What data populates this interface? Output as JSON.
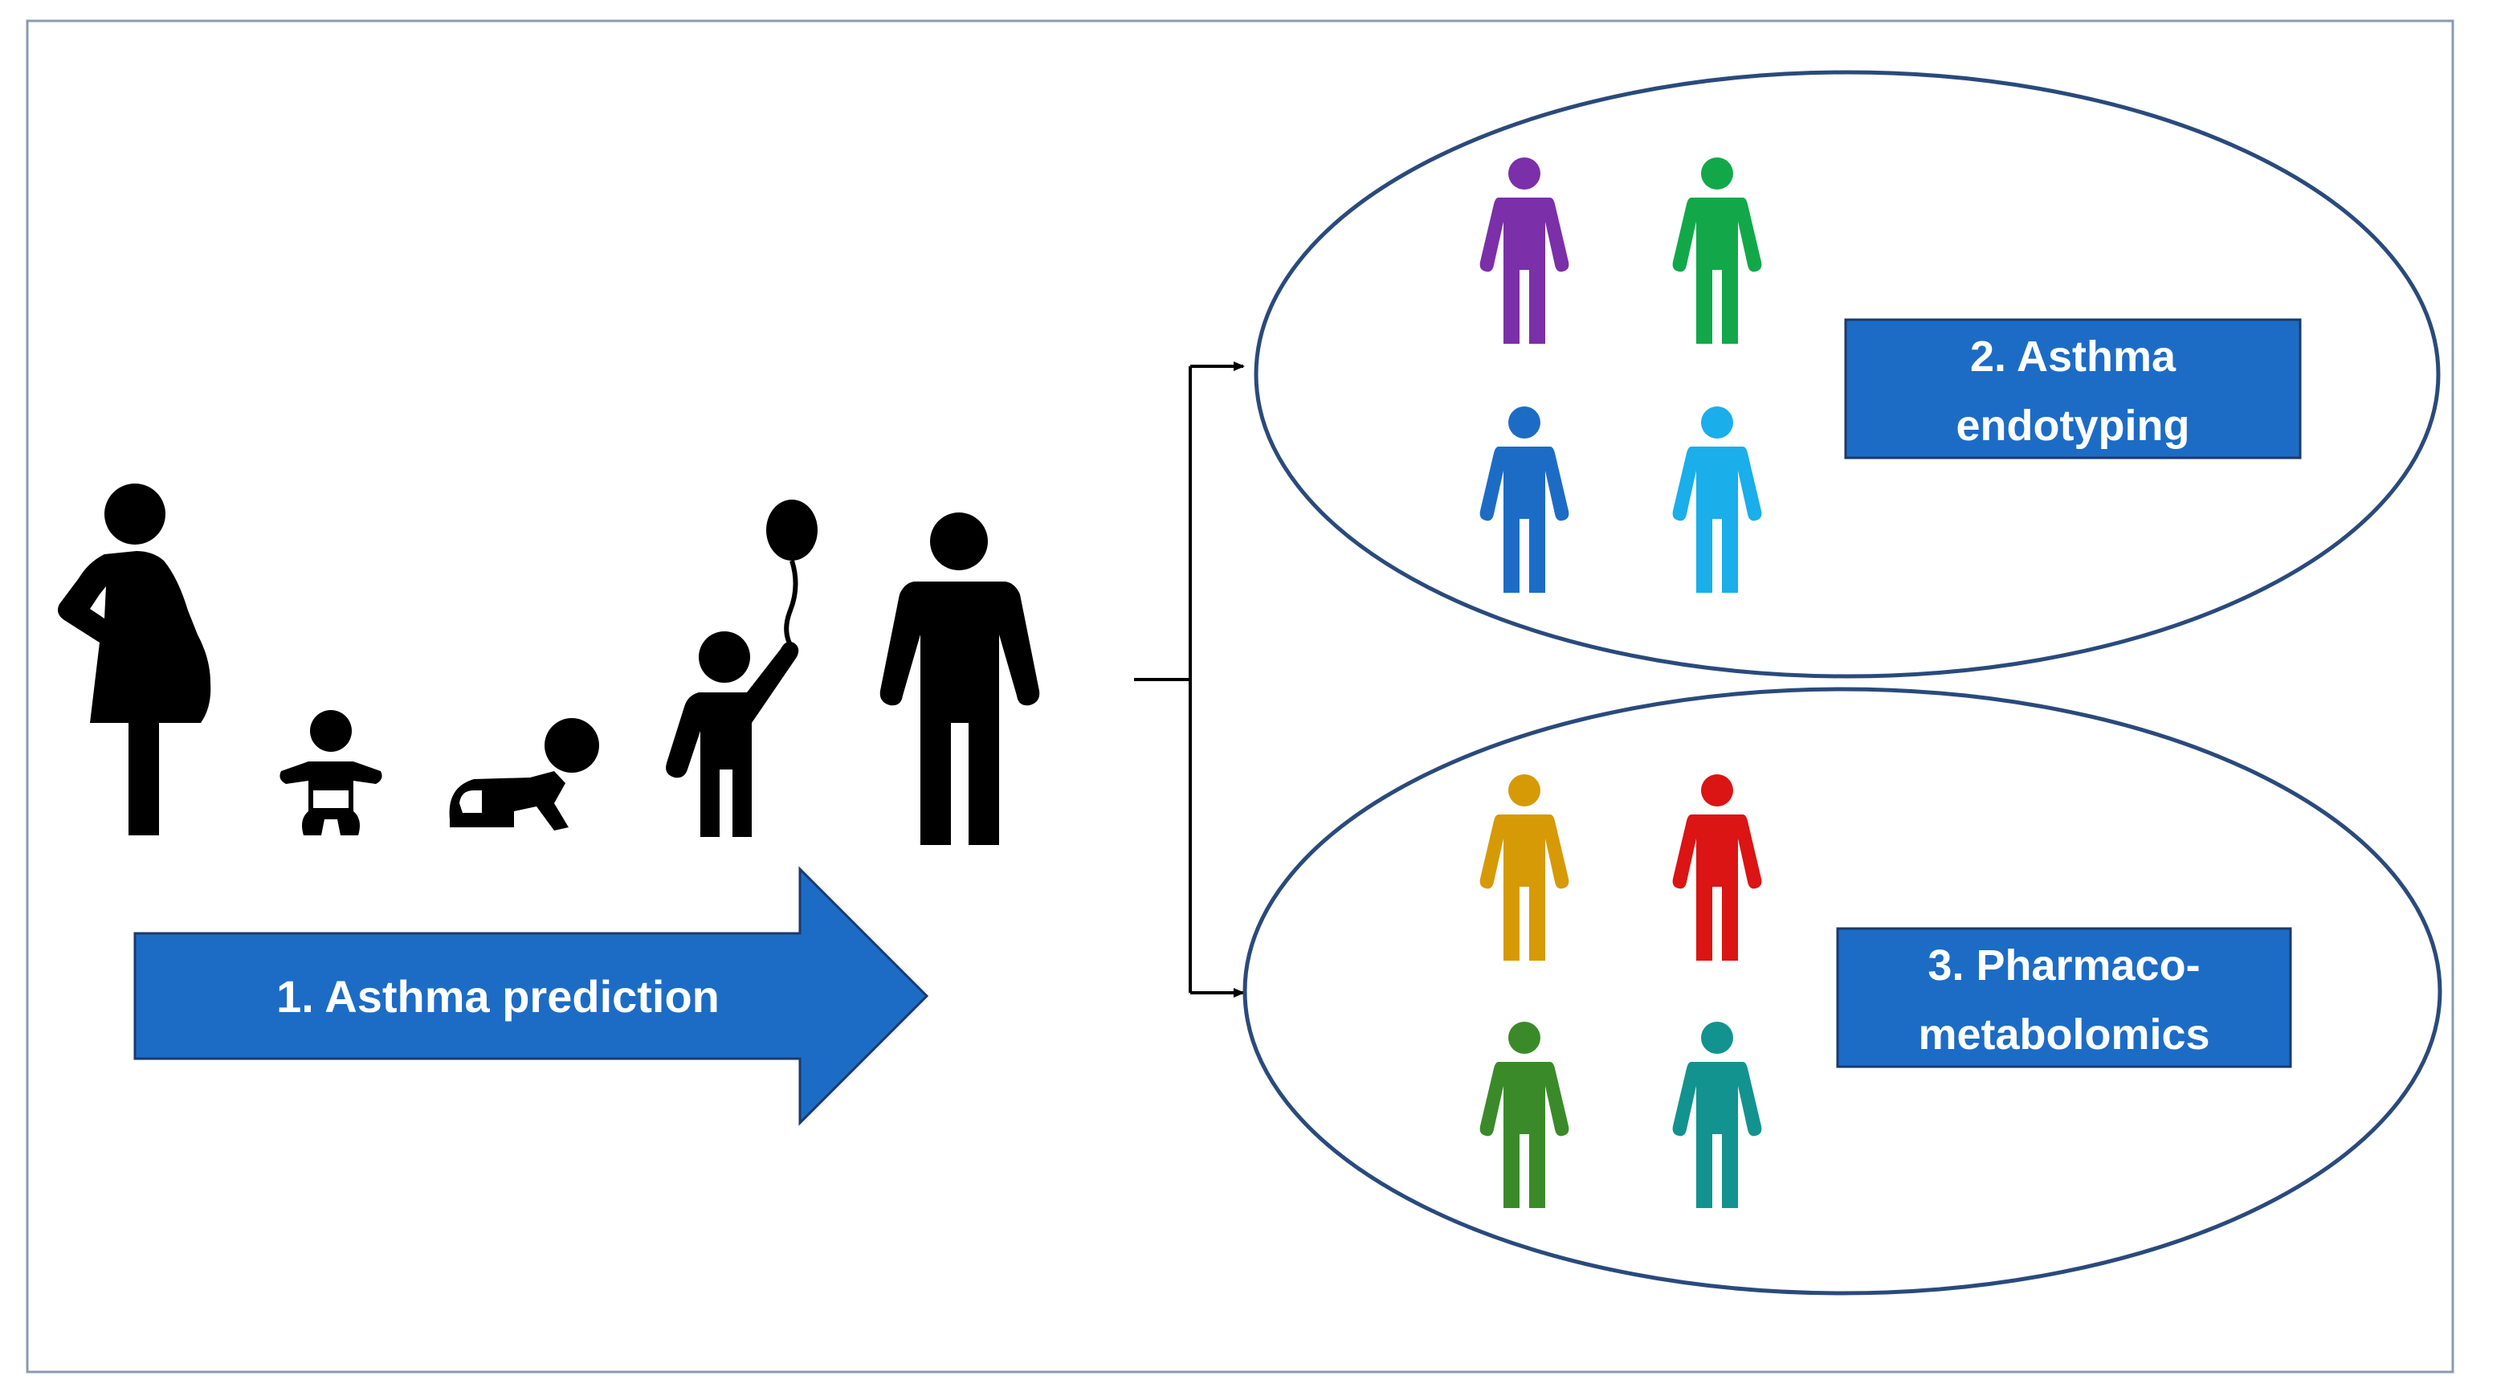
{
  "diagram": {
    "step1": {
      "label": "1. Asthma prediction"
    },
    "step2": {
      "label_line1": "2. Asthma",
      "label_line2": "endotyping"
    },
    "step3": {
      "label_line1": "3. Pharmaco-",
      "label_line2": "metabolomics"
    },
    "life_stages": [
      {
        "name": "pregnant-woman-icon"
      },
      {
        "name": "baby-icon"
      },
      {
        "name": "crawling-infant-icon"
      },
      {
        "name": "child-with-balloon-icon"
      },
      {
        "name": "adult-icon"
      }
    ],
    "endotype_people": [
      {
        "name": "person-purple-icon",
        "color": "#7B2FA8"
      },
      {
        "name": "person-green-icon",
        "color": "#12A84A"
      },
      {
        "name": "person-blue-icon",
        "color": "#1C6CC6"
      },
      {
        "name": "person-light-blue-icon",
        "color": "#1AAEEA"
      }
    ],
    "metabolomics_people": [
      {
        "name": "person-gold-icon",
        "color": "#D69A07"
      },
      {
        "name": "person-red-icon",
        "color": "#DB1414"
      },
      {
        "name": "person-dark-green-icon",
        "color": "#3A8A2A"
      },
      {
        "name": "person-teal-icon",
        "color": "#12938F"
      }
    ],
    "colors": {
      "box_fill": "#1C6CC6",
      "box_stroke": "#1B3A6B",
      "ellipse_stroke": "#2A4A7C",
      "frame_stroke": "#8A9BB0",
      "silhouette": "#000000"
    }
  }
}
